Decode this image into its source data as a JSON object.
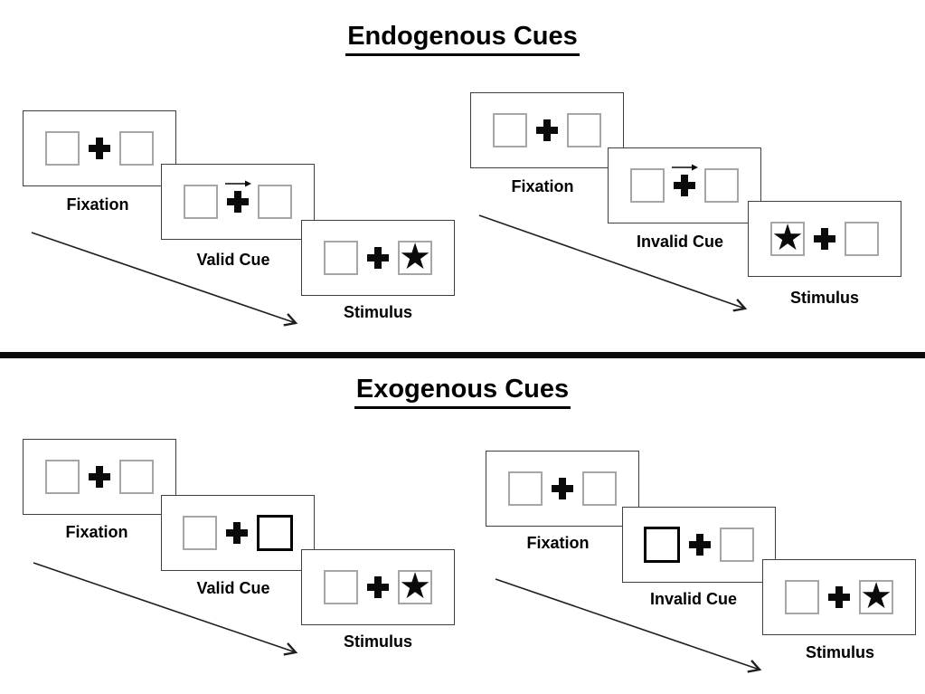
{
  "colors": {
    "background": "#ffffff",
    "panel_border": "#3f3f3f",
    "box_border": "#a6a6a6",
    "highlight_box_border": "#000000",
    "ink": "#0a0a0a"
  },
  "glyphs": {
    "star": "★"
  },
  "sections": [
    {
      "title": "Endogenous Cues",
      "trials": [
        {
          "name": "valid-trial",
          "frames": [
            {
              "label": "Fixation",
              "content": "two-empty-boxes-with-central-cross"
            },
            {
              "label": "Valid Cue",
              "content": "central-arrow-pointing-right-above-cross"
            },
            {
              "label": "Stimulus",
              "content": "star-in-right-box"
            }
          ]
        },
        {
          "name": "invalid-trial",
          "frames": [
            {
              "label": "Fixation",
              "content": "two-empty-boxes-with-central-cross"
            },
            {
              "label": "Invalid Cue",
              "content": "central-arrow-pointing-right-above-cross"
            },
            {
              "label": "Stimulus",
              "content": "star-in-left-box"
            }
          ]
        }
      ]
    },
    {
      "title": "Exogenous Cues",
      "trials": [
        {
          "name": "valid-trial",
          "frames": [
            {
              "label": "Fixation",
              "content": "two-empty-boxes-with-central-cross"
            },
            {
              "label": "Valid Cue",
              "content": "right-box-bold-highlight"
            },
            {
              "label": "Stimulus",
              "content": "star-in-right-box"
            }
          ]
        },
        {
          "name": "invalid-trial",
          "frames": [
            {
              "label": "Fixation",
              "content": "two-empty-boxes-with-central-cross"
            },
            {
              "label": "Invalid Cue",
              "content": "left-box-bold-highlight"
            },
            {
              "label": "Stimulus",
              "content": "star-in-right-box"
            }
          ]
        }
      ]
    }
  ]
}
